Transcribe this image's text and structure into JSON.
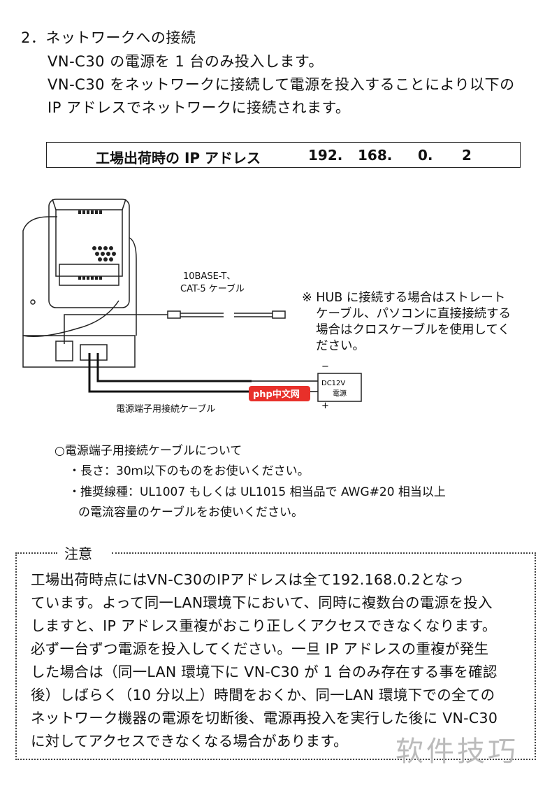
{
  "section": {
    "heading": "2．ネットワークへの接続",
    "line1": "VN-C30 の電源を 1 台のみ投入します。",
    "line2": "VN-C30 をネットワークに接続して電源を投入することにより以下の",
    "line3": "IP アドレスでネットワークに接続されます。"
  },
  "ip_table": {
    "label": "工場出荷時の IP アドレス",
    "octet1": "192.",
    "octet2": "168.",
    "octet3": "0.",
    "octet4": "2"
  },
  "diagram": {
    "cable_label_1": "10BASE-T、",
    "cable_label_2": "CAT-5 ケーブル",
    "hub_note_1": "※ HUB に接続する場合はストレート",
    "hub_note_2": "ケーブル、パソコンに直接接続する",
    "hub_note_3": "場合はクロスケーブルを使用してく",
    "hub_note_4": "ださい。",
    "psu_label_1": "DC12V",
    "psu_label_2": "電源",
    "minus": "−",
    "plus": "+",
    "power_cable_label": "電源端子用接続ケーブル",
    "php_badge": "php中文网"
  },
  "cable_info": {
    "heading": "○電源端子用接続ケーブルについて",
    "length": "・長さ：30ｍ以下のものをお使いください。",
    "wire_1": "・推奨線種：UL1007 もしくは UL1015 相当品で AWG#20 相当以上",
    "wire_2": "の電流容量のケーブルをお使いください。"
  },
  "caution": {
    "title": "注意",
    "lines": [
      "工場出荷時点にはVN-C30のIPアドレスは全て192.168.0.2となっ",
      "ています。よって同一LAN環境下において、同時に複数台の電源を投入",
      "しますと、IP アドレス重複がおこり正しくアクセスできなくなります。",
      "必ず一台ずつ電源を投入してください。一旦 IP アドレスの重複が発生",
      "した場合は（同一LAN 環境下に VN-C30 が 1 台のみ存在する事を確認",
      "後）しばらく（10 分以上）時間をおくか、同一LAN 環境下での全ての",
      "ネットワーク機器の電源を切断後、電源再投入を実行した後に VN-C30",
      "に対してアクセスできなくなる場合があります。"
    ]
  },
  "watermark": "软件技巧"
}
